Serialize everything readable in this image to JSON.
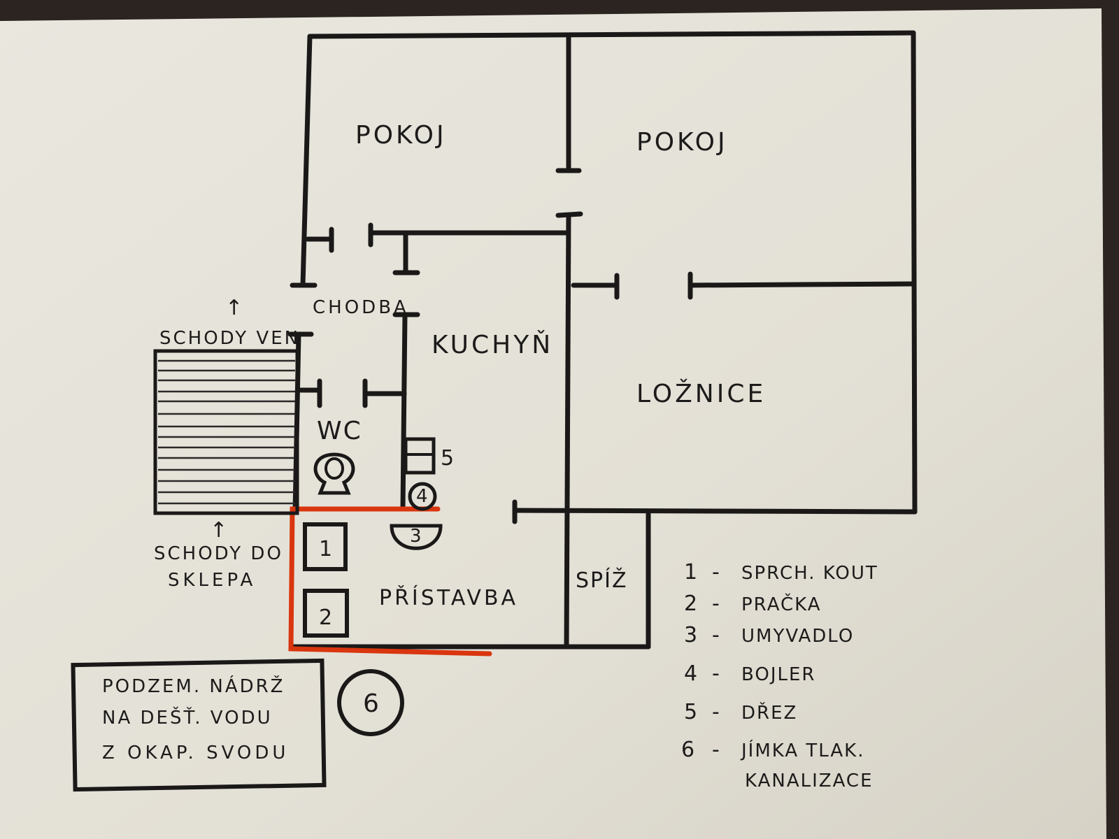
{
  "rooms": {
    "pokoj_left": "POKOJ",
    "pokoj_right": "POKOJ",
    "chodba": "CHODBA",
    "kuchyn": "KUCHYŇ",
    "loznice": "LOŽNICE",
    "wc": "WC",
    "pristavba": "PŘÍSTAVBA",
    "spiz": "SPÍŽ"
  },
  "stairs": {
    "up_arrow": "↑",
    "out": "SCHODY VEN",
    "down_arrow": "↑",
    "cellar_line1": "SCHODY DO",
    "cellar_line2": "SKLEPA"
  },
  "fixtures": {
    "n1": "1",
    "n2": "2",
    "n3": "3",
    "n4": "4",
    "n5": "5",
    "n6": "6"
  },
  "tank": {
    "line1": "PODZEM. NÁDRŽ",
    "line2": "NA DEŠŤ. VODU",
    "line3": "Z OKAP. SVODU"
  },
  "legend": [
    {
      "num": "1",
      "dash": "-",
      "text": "SPRCH. KOUT"
    },
    {
      "num": "2",
      "dash": "-",
      "text": "PRAČKA"
    },
    {
      "num": "3",
      "dash": "-",
      "text": "UMYVADLO"
    },
    {
      "num": "4",
      "dash": "-",
      "text": "BOJLER"
    },
    {
      "num": "5",
      "dash": "-",
      "text": "DŘEZ"
    },
    {
      "num": "6",
      "dash": "-",
      "text": "JÍMKA TLAK."
    }
  ],
  "legend_extra": "KANALIZACE",
  "colors": {
    "paper": "#ebe8df",
    "ink": "#1a1918",
    "red_marker": "#d9360f",
    "background": "#2a2622"
  }
}
